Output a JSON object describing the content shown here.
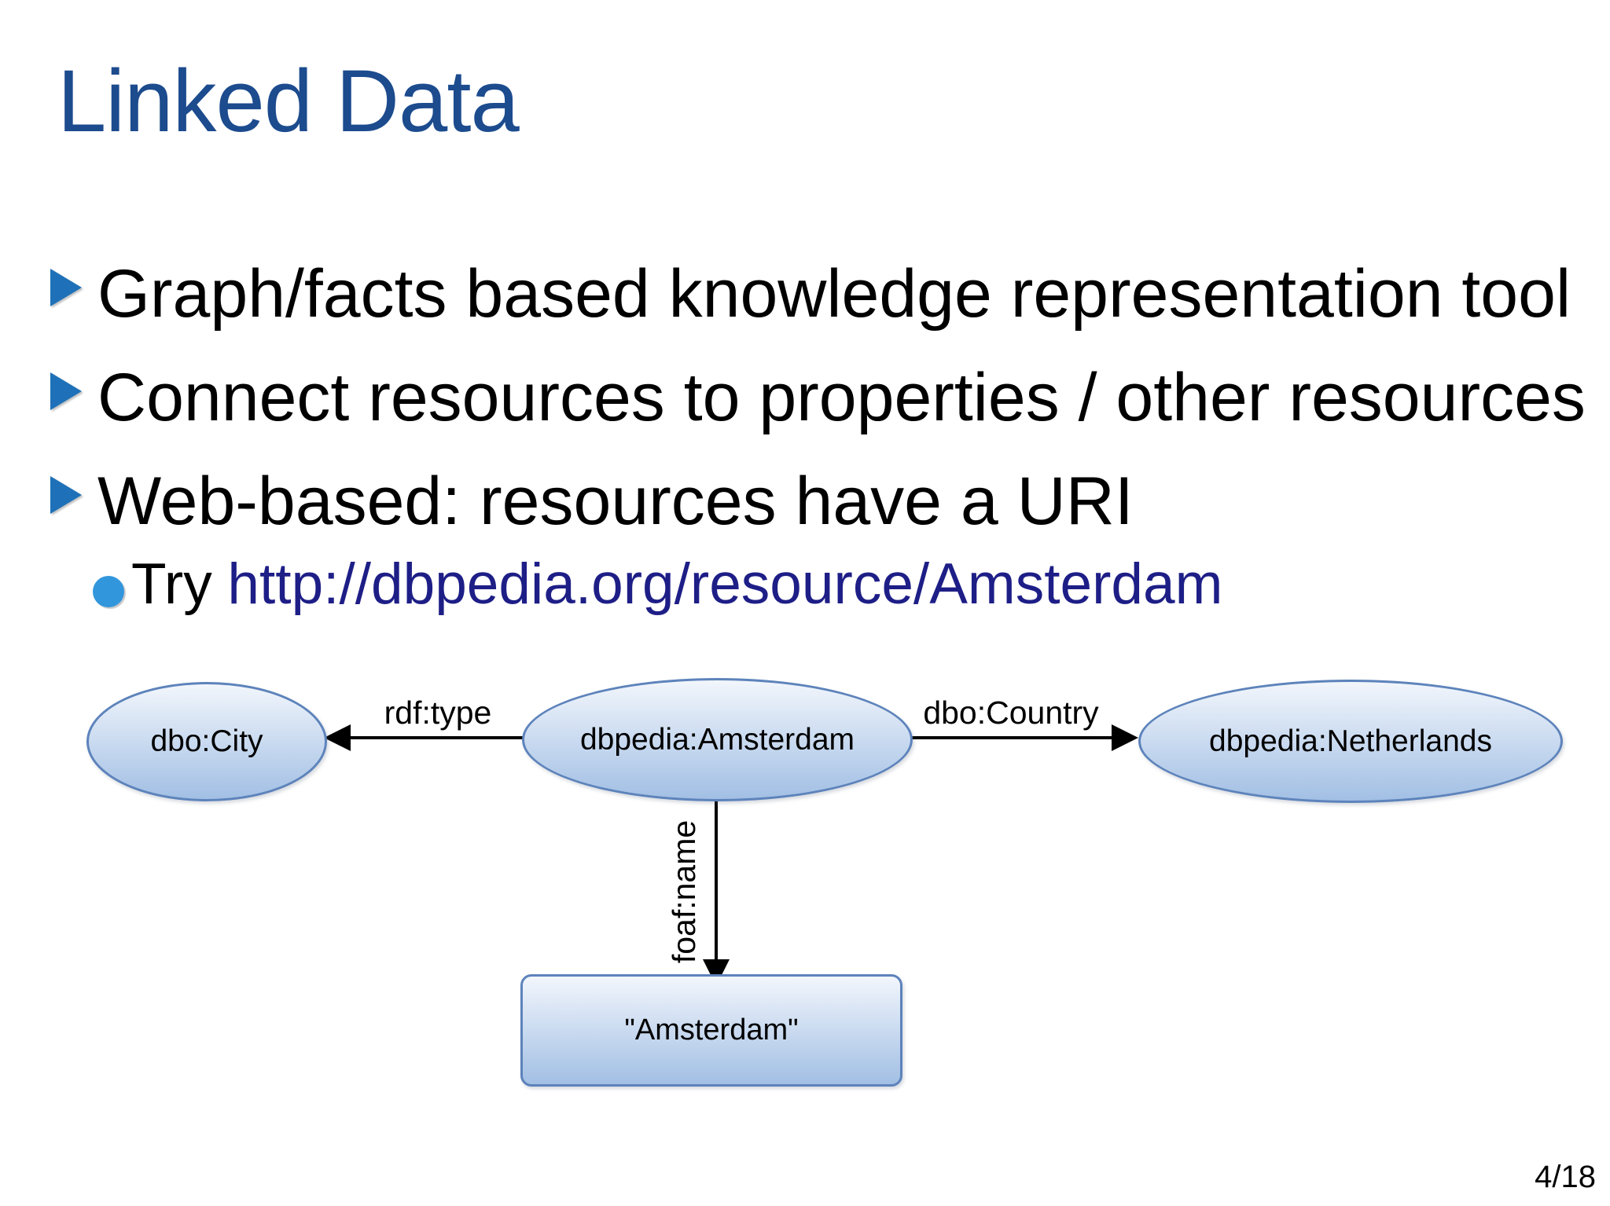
{
  "slide": {
    "title": "Linked Data",
    "bullets": [
      "Graph/facts based knowledge representation tool",
      "Connect resources to properties / other resources",
      "Web-based: resources have a URI"
    ],
    "sub_bullet": {
      "prefix": "Try",
      "link": "http://dbpedia.org/resource/Amsterdam"
    },
    "page_number": "4/18"
  },
  "diagram": {
    "nodes": [
      {
        "id": "city",
        "shape": "ellipse",
        "label": "dbo:City"
      },
      {
        "id": "amsterdam",
        "shape": "ellipse",
        "label": "dbpedia:Amsterdam"
      },
      {
        "id": "netherlands",
        "shape": "ellipse",
        "label": "dbpedia:Netherlands"
      },
      {
        "id": "literal",
        "shape": "rectangle",
        "label": "\"Amsterdam\""
      }
    ],
    "edges": [
      {
        "from": "amsterdam",
        "to": "city",
        "label": "rdf:type"
      },
      {
        "from": "amsterdam",
        "to": "netherlands",
        "label": "dbo:Country"
      },
      {
        "from": "amsterdam",
        "to": "literal",
        "label": "foaf:name"
      }
    ]
  },
  "colors": {
    "background": "#ffffff",
    "text": "#000000",
    "title": "#1c4b8e",
    "bullet_marker": "#1e71b8",
    "sub_bullet_marker": "#3296dc",
    "link": "#1e1e87",
    "node_border": "#5d83bb",
    "node_fill_top": "#f2f6fc",
    "node_fill_bottom": "#a2bfe4"
  }
}
